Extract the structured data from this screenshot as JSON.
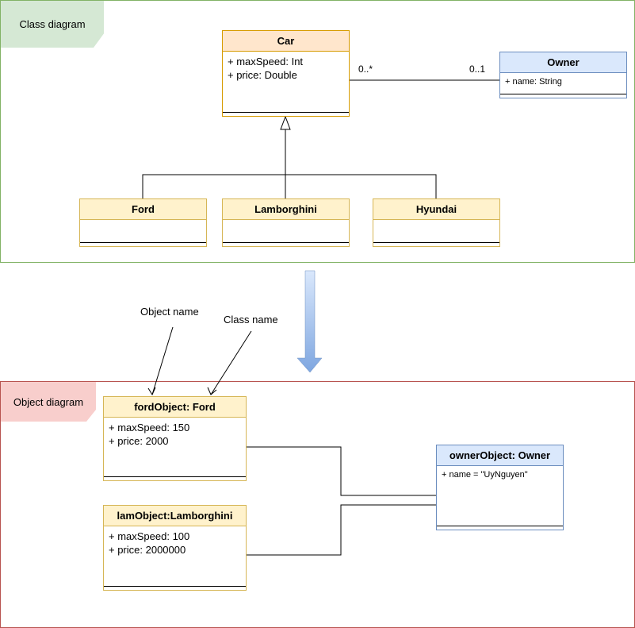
{
  "class_diagram": {
    "tab_label": "Class diagram",
    "classes": {
      "car": {
        "name": "Car",
        "attributes": [
          "+ maxSpeed: Int",
          "+ price: Double"
        ]
      },
      "owner": {
        "name": "Owner",
        "attributes": [
          "+ name: String"
        ]
      },
      "ford": {
        "name": "Ford"
      },
      "lamborghini": {
        "name": "Lamborghini"
      },
      "hyundai": {
        "name": "Hyundai"
      }
    },
    "association": {
      "car_end": "0..*",
      "owner_end": "0..1"
    }
  },
  "annotations": {
    "object_name": "Object name",
    "class_name": "Class name"
  },
  "object_diagram": {
    "tab_label": "Object diagram",
    "objects": {
      "ford": {
        "title": "fordObject: Ford",
        "attributes": [
          "+ maxSpeed: 150",
          "+ price: 2000"
        ]
      },
      "lam": {
        "title": "lamObject:Lamborghini",
        "attributes": [
          "+ maxSpeed: 100",
          "+ price: 2000000"
        ]
      },
      "owner": {
        "title": "ownerObject: Owner",
        "attributes": [
          "+ name = \"UyNguyen\""
        ]
      }
    }
  },
  "colors": {
    "class_frame": "#82b366",
    "class_tab_fill": "#d5e8d4",
    "object_frame": "#b85450",
    "object_tab_fill": "#f8cecc",
    "orange_header": "#ffe6cc",
    "orange_border": "#d79b00",
    "yellow_header": "#fff2cc",
    "yellow_border": "#d6b656",
    "blue_header": "#dae8fc",
    "blue_border": "#6c8ebf",
    "arrow": "#7ea6e0"
  }
}
